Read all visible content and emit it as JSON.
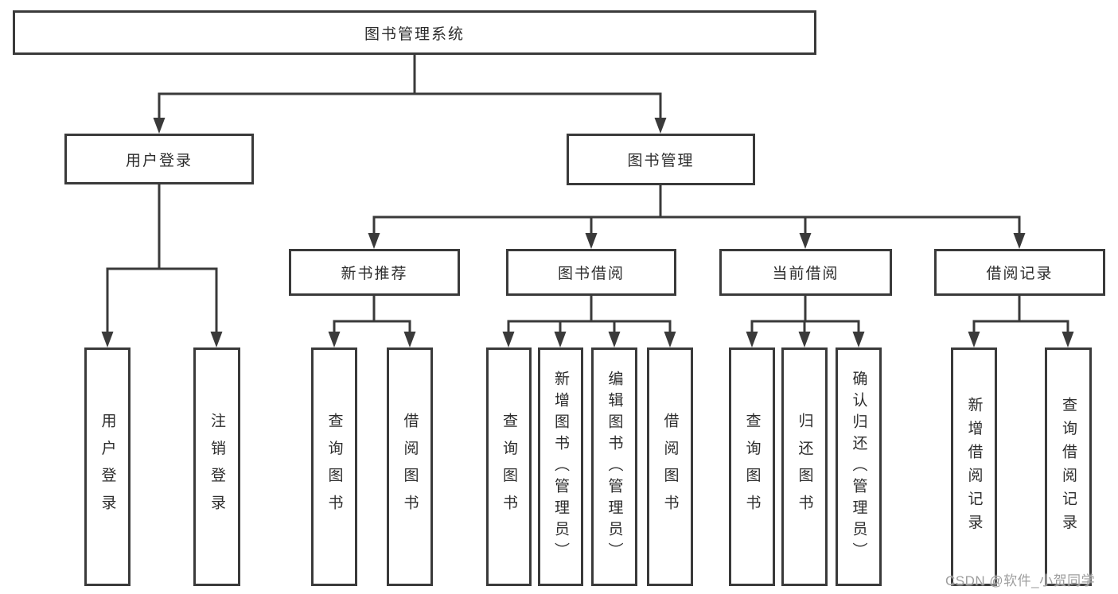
{
  "diagram_title": "图书管理系统",
  "tree": {
    "label": "图书管理系统",
    "children": [
      {
        "label": "用户登录",
        "children": [
          {
            "label": "用户登录"
          },
          {
            "label": "注销登录"
          }
        ]
      },
      {
        "label": "图书管理",
        "children": [
          {
            "label": "新书推荐",
            "children": [
              {
                "label": "查询图书"
              },
              {
                "label": "借阅图书"
              }
            ]
          },
          {
            "label": "图书借阅",
            "children": [
              {
                "label": "查询图书"
              },
              {
                "label": "新增图书（管理员）"
              },
              {
                "label": "编辑图书（管理员）"
              },
              {
                "label": "借阅图书"
              }
            ]
          },
          {
            "label": "当前借阅",
            "children": [
              {
                "label": "查询图书"
              },
              {
                "label": "归还图书"
              },
              {
                "label": "确认归还（管理员）"
              }
            ]
          },
          {
            "label": "借阅记录",
            "children": [
              {
                "label": "新增借阅记录"
              },
              {
                "label": "查询借阅记录"
              }
            ]
          }
        ]
      }
    ]
  },
  "watermark": {
    "text": "CSDN @软件_小贺同学"
  },
  "colors": {
    "background": "#ffffff",
    "line": "#3a3a3a",
    "box_border": "#3a3a3a",
    "text": "#2d2d2d",
    "watermark": "#9e9e9e"
  }
}
